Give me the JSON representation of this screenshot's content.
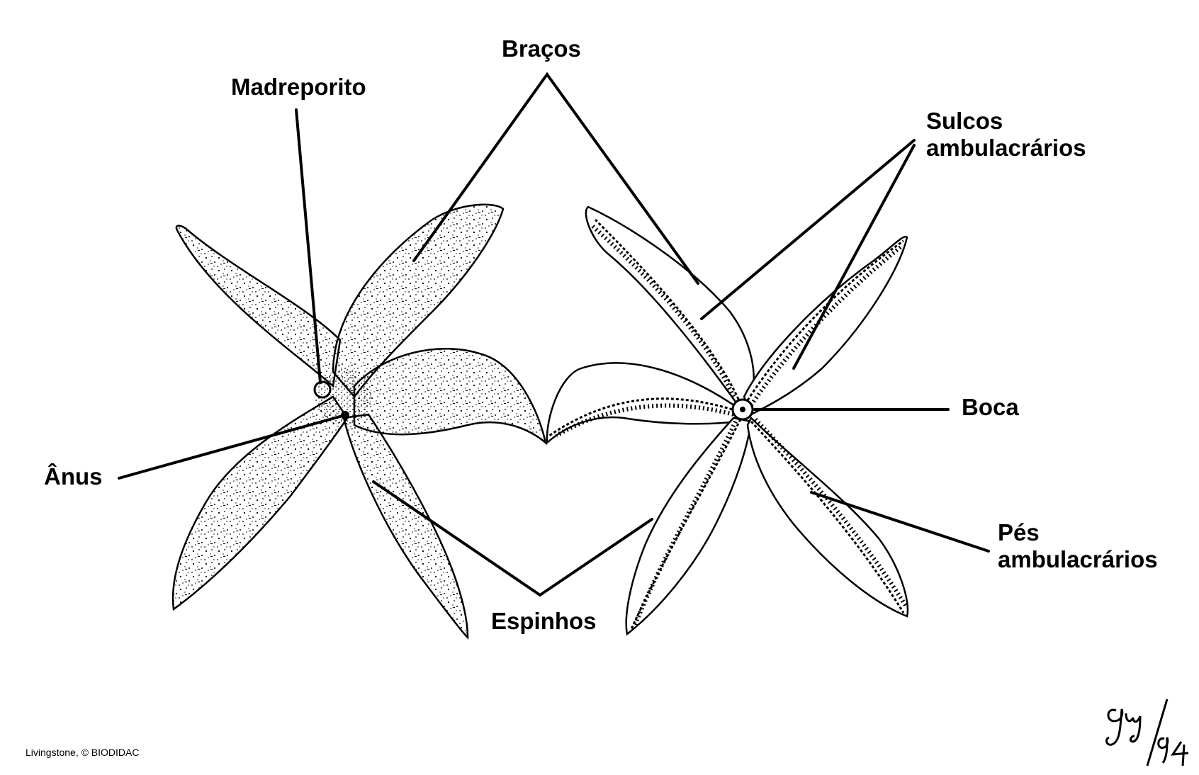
{
  "labels": {
    "bracos": "Braços",
    "madreporito": "Madreporito",
    "sulcos": [
      "Sulcos",
      "ambulacrários"
    ],
    "boca": "Boca",
    "anus": "Ânus",
    "pes": [
      "Pés",
      "ambulacrários"
    ],
    "espinhos": "Espinhos"
  },
  "credit": "Livingstone, © BIODIDAC",
  "signature": "Guy/94",
  "colors": {
    "ink": "#000000",
    "paper": "#ffffff"
  }
}
